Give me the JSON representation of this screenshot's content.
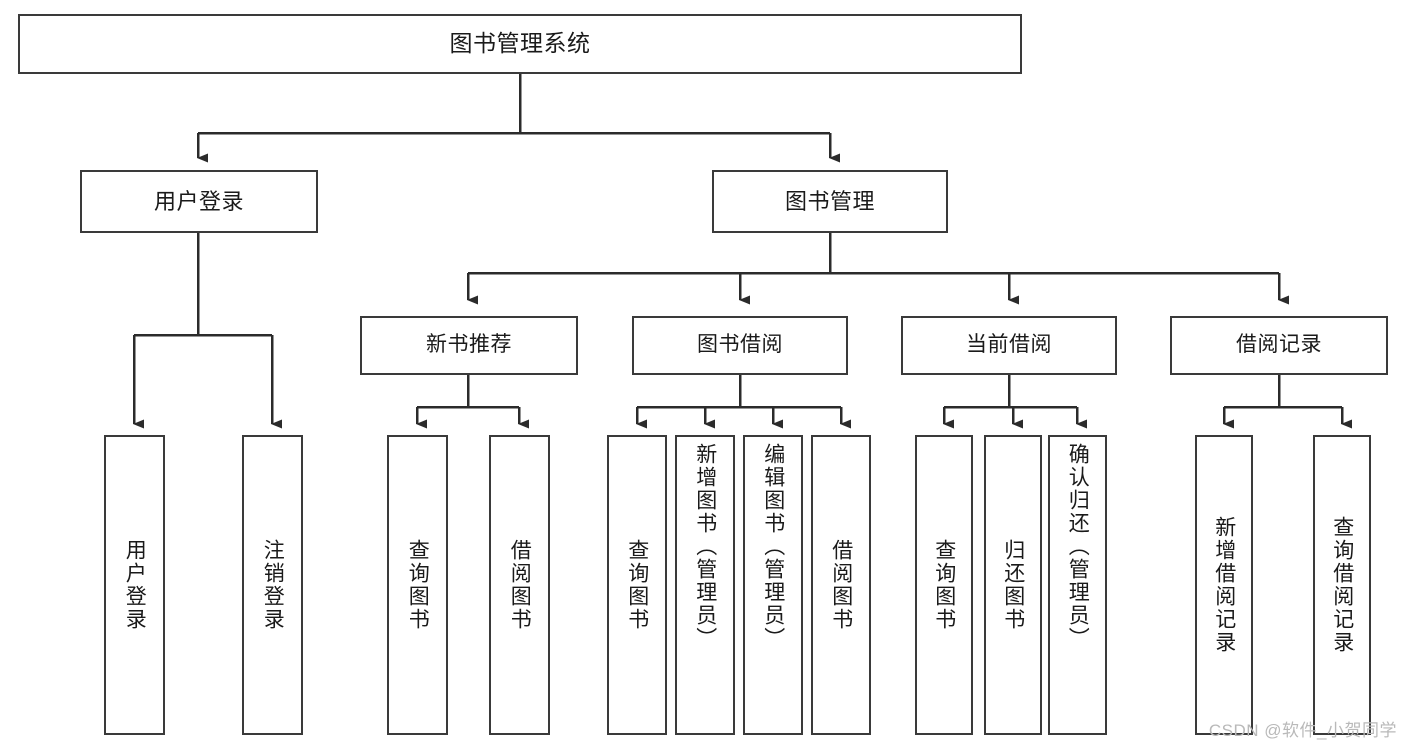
{
  "diagram": {
    "title": "图书管理系统",
    "type": "tree-hierarchy-chart",
    "root": {
      "label": "图书管理系统"
    },
    "level1": [
      {
        "label": "用户登录"
      },
      {
        "label": "图书管理"
      }
    ],
    "level2": [
      {
        "label": "新书推荐"
      },
      {
        "label": "图书借阅"
      },
      {
        "label": "当前借阅"
      },
      {
        "label": "借阅记录"
      }
    ],
    "leaves": {
      "user_login": [
        {
          "label": "用户登录"
        },
        {
          "label": "注销登录"
        }
      ],
      "new_book_recommend": [
        {
          "label": "查询图书"
        },
        {
          "label": "借阅图书"
        }
      ],
      "book_borrow": [
        {
          "label": "查询图书"
        },
        {
          "label": "新增图书（管理员）"
        },
        {
          "label": "编辑图书（管理员）"
        },
        {
          "label": "借阅图书"
        }
      ],
      "current_borrow": [
        {
          "label": "查询图书"
        },
        {
          "label": "归还图书"
        },
        {
          "label": "确认归还（管理员）"
        }
      ],
      "borrow_record": [
        {
          "label": "新增借阅记录"
        },
        {
          "label": "查询借阅记录"
        }
      ]
    }
  },
  "watermark": {
    "text": "CSDN @软件_小贺同学"
  },
  "colors": {
    "box_border": "#3a3a3a",
    "connector": "#2b2b2b",
    "background": "#ffffff",
    "text": "#1a1a1a",
    "watermark": "#b9b9b9"
  }
}
